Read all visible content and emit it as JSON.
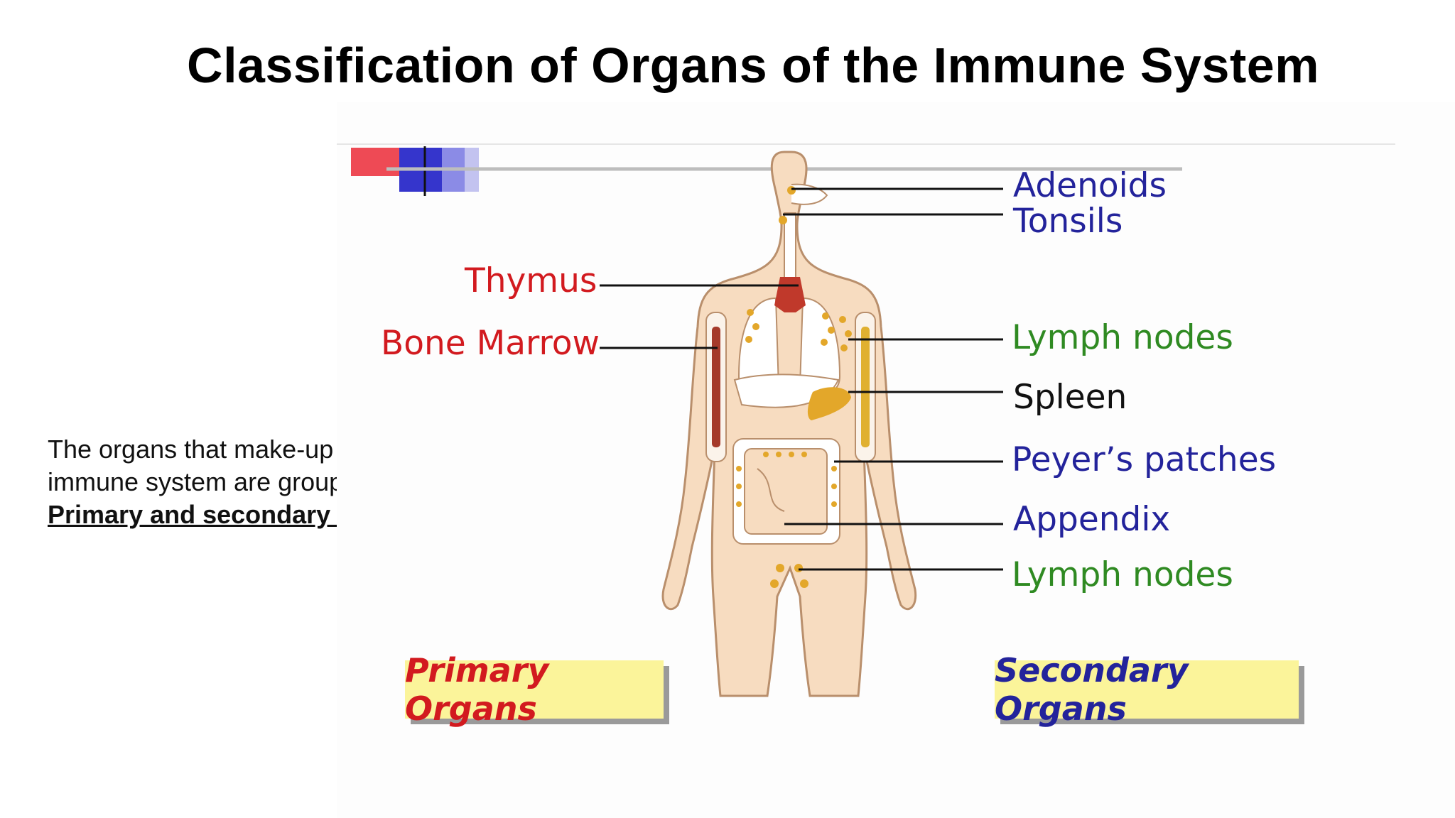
{
  "title": "Classification of Organs of the Immune System",
  "intro": {
    "line1": "The organs that make-up the",
    "line2": "immune system are group into",
    "emphasis": "Primary and secondary Organs"
  },
  "primary_labels": {
    "thymus": "Thymus",
    "bone_marrow": "Bone Marrow"
  },
  "secondary_labels": {
    "adenoids": "Adenoids",
    "tonsils": "Tonsils",
    "lymph_nodes_upper": "Lymph nodes",
    "spleen": "Spleen",
    "peyers_patches": "Peyer’s patches",
    "appendix": "Appendix",
    "lymph_nodes_lower": "Lymph nodes"
  },
  "boxes": {
    "primary": "Primary Organs",
    "secondary": "Secondary Organs"
  },
  "colors": {
    "primary_text": "#d21a1f",
    "secondary_blue": "#23239b",
    "lymph_green": "#2f8a22",
    "skin": "#f7dcc0",
    "box_fill": "#fbf49a"
  }
}
